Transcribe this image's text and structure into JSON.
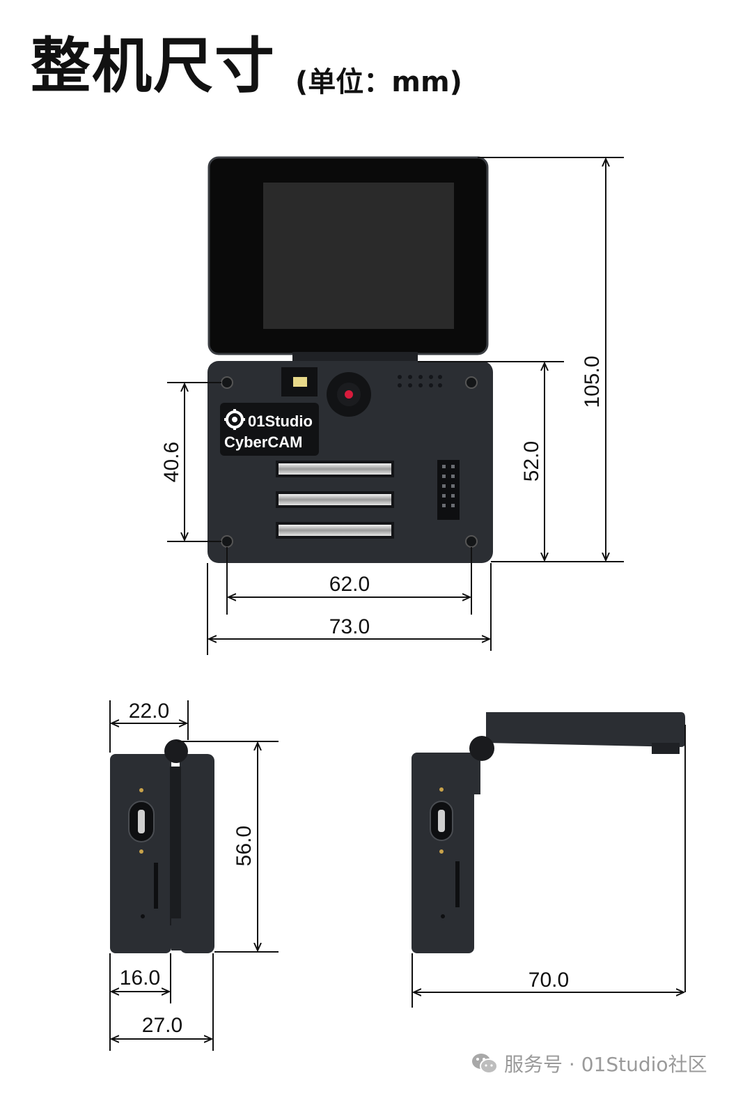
{
  "header": {
    "title": "整机尺寸",
    "unit": "(单位：mm)"
  },
  "device": {
    "brand_line1": "01Studio",
    "brand_line2": "CyberCAM"
  },
  "dimensions": {
    "overall_height": "105.0",
    "base_height": "52.0",
    "hole_spacing_vertical": "40.6",
    "hole_spacing_horizontal": "62.0",
    "base_width": "73.0",
    "side_hinge_width": "22.0",
    "side_height": "56.0",
    "side_body_depth": "16.0",
    "side_total_depth": "27.0",
    "open_length": "70.0"
  },
  "watermark": {
    "text": "服务号 · 01Studio社区"
  },
  "colors": {
    "body": "#2b2e33",
    "screen_bezel": "#0a0a0a",
    "screen": "#2a2a2a",
    "lines": "#111111",
    "watermark": "#9a9a9a"
  }
}
